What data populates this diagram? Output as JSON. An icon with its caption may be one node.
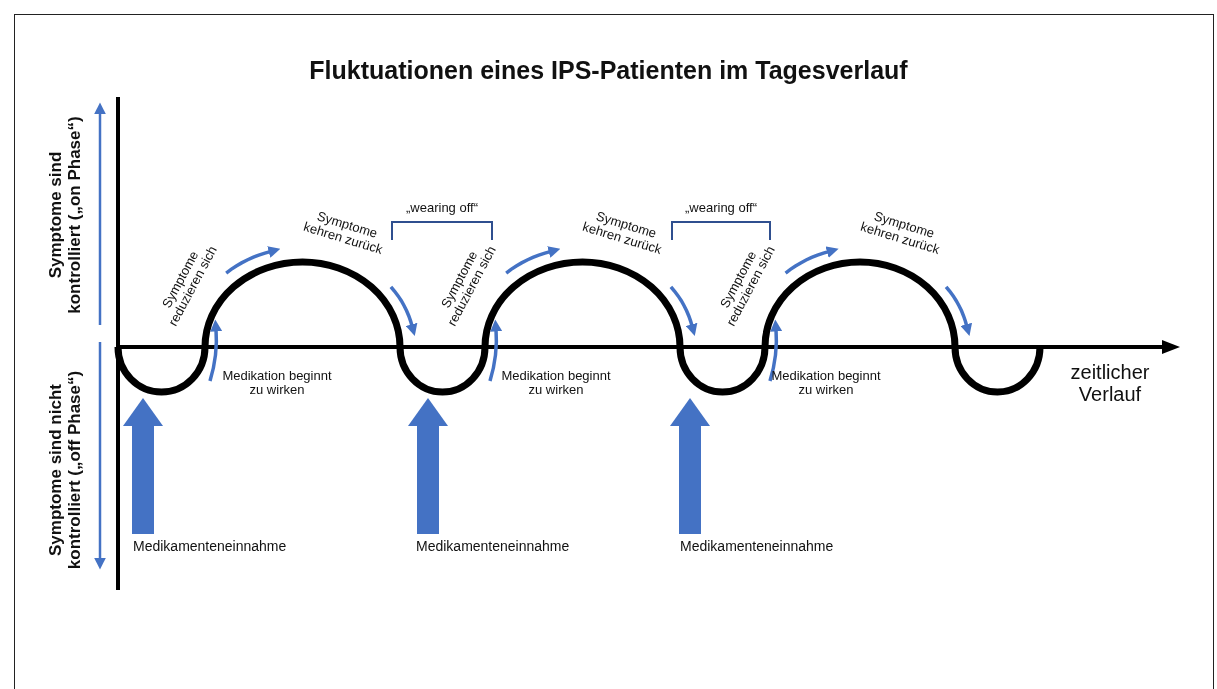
{
  "diagram": {
    "title": "Fluktuationen eines IPS-Patienten im Tagesverlauf",
    "nodes": [
      {
        "text": [
          "Medikamenteneinnahme"
        ]
      },
      {
        "text": [
          "Medikamenteneinnahme"
        ]
      },
      {
        "text": [
          "Medikamenteneinnahme"
        ]
      }
    ],
    "edges": [
      {
        "from": 0,
        "to": null,
        "arrow": "to"
      },
      {
        "from": 1,
        "to": null,
        "arrow": "to"
      },
      {
        "from": 2,
        "to": null,
        "arrow": "to"
      }
    ],
    "labels": [
      "Symptome sind kontrolliert („on Phase“)",
      "Symptome sind nicht kontrolliert („off Phase“)",
      "„wearing off“",
      "„wearing off“",
      "Symptome reduzieren sich",
      "Symptome kehren zurück",
      "Medikation beginnt zu wirken",
      "Symptome reduzieren sich",
      "Symptome kehren zurück",
      "Medikation beginnt zu wirken",
      "Symptome reduzieren sich",
      "Symptome kehren zurück",
      "Medikation beginnt zu wirken",
      "zeitlicher Verlauf"
    ]
  }
}
